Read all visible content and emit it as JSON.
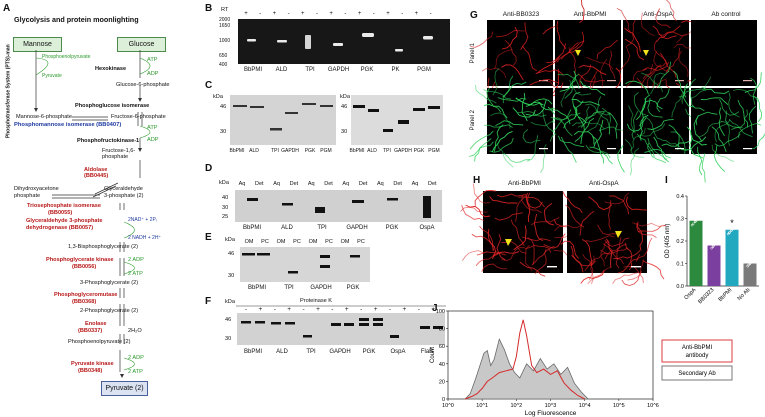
{
  "panel_letters": [
    "A",
    "B",
    "C",
    "D",
    "E",
    "F",
    "G",
    "H",
    "I",
    "J"
  ],
  "panelA": {
    "title": "Glycolysis and protein moonlighting",
    "pts_label": "Phosphotransferase System (PTS)-man",
    "mannose": "Mannose",
    "glucose": "Glucose",
    "pep": "Phosphoenolpyruvate",
    "pyruvate_small": "Pyruvate",
    "atp1": "ATP",
    "adp1": "ADP",
    "hexokinase": "Hexokinase",
    "g6p": "Glucose-6-phosphate",
    "pgi": "Phosphoglucose isomerase",
    "m6p": "Mannose-6-phosphate",
    "f6p": "Fructose-6-phosphate",
    "pmi": "Phosphomannose isomerase (BB0407)",
    "atp2": "ATP",
    "adp2": "ADP",
    "pfk": "Phosphofructokinase-1",
    "f16bp_1": "Fructose-1,6-",
    "f16bp_2": "phosphate",
    "aldolase": "Aldolase",
    "aldolase_id": "(BB0445)",
    "dhap_1": "Dihydroxyacetone",
    "dhap_2": "phosphate",
    "g3p_1": "Glyceraldehyde",
    "g3p_2": "3-phosphate (2)",
    "tpi": "Triosephosphate isomerase",
    "tpi_id": "(BB0055)",
    "gapdh_1": "Glyceraldehyde 3-phosphate",
    "gapdh_2": "dehydrogenase (BB0057)",
    "nad": "2NAD⁺ + 2Pᵢ",
    "nadh": "2 NADH + 2H⁺",
    "bpg": "1,3-Bisphosphoglycerate (2)",
    "pgk": "Phosphoglycerate kinase",
    "pgk_id": "(BB0056)",
    "adp3": "2 ADP",
    "atp3": "2 ATP",
    "pg3": "3-Phosphoglycerate (2)",
    "pgm": "Phosphoglyceromutase",
    "pgm_id": "(BB0368)",
    "pg2": "2-Phosphoglycerate (2)",
    "enolase": "Enolase",
    "enolase_id": "(BB0337)",
    "h2o": "2H₂O",
    "pep2": "Phosphoenolpyruvate (2)",
    "pk": "Pyruvate kinase",
    "pk_id": "(BB0348)",
    "adp4": "2 ADP",
    "atp4": "2 ATP",
    "pyruvate_out": "Pyruvate (2)"
  },
  "panelB": {
    "rt": "RT",
    "signs": [
      "+",
      "-",
      "+",
      "-",
      "+",
      "-",
      "+",
      "-",
      "+",
      "-",
      "+",
      "-",
      "+",
      "-"
    ],
    "ladder": [
      "2000",
      "1650",
      "1000",
      "650",
      "400"
    ],
    "lanes": [
      "BbPMI",
      "ALD",
      "TPI",
      "GAPDH",
      "PGK",
      "PK",
      "PGM"
    ]
  },
  "panelC": {
    "kda": "kDa",
    "marks_left": [
      "46",
      "30"
    ],
    "marks_right": [
      "46",
      "30"
    ],
    "lanes": [
      "BbPMI",
      "ALD",
      "TPI",
      "GAPDH",
      "PGK",
      "PGM"
    ]
  },
  "panelD": {
    "kda": "kDa",
    "marks": [
      "40",
      "30",
      "25"
    ],
    "sub": [
      "Aq",
      "Det",
      "Aq",
      "Det",
      "Aq",
      "Det",
      "Aq",
      "Det",
      "Aq",
      "Det",
      "Aq",
      "Det"
    ],
    "lanes": [
      "BbPMI",
      "ALD",
      "TPI",
      "GAPDH",
      "PGK",
      "OspA"
    ]
  },
  "panelE": {
    "kda": "kDa",
    "marks": [
      "46",
      "30"
    ],
    "sub": [
      "OM",
      "PC",
      "OM",
      "PC",
      "OM",
      "PC",
      "OM",
      "PC"
    ],
    "lanes": [
      "BbPMI",
      "TPI",
      "GAPDH",
      "PGK"
    ]
  },
  "panelF": {
    "kda": "kDa",
    "title": "Proteinase K",
    "marks": [
      "46",
      "30"
    ],
    "signs": [
      "-",
      "+",
      "-",
      "+",
      "-",
      "+",
      "-",
      "+",
      "-",
      "+",
      "-",
      "+",
      "-",
      "+"
    ],
    "lanes": [
      "BbPMI",
      "ALD",
      "TPI",
      "GAPDH",
      "PGK",
      "OspA",
      "FlaB"
    ]
  },
  "panelG": {
    "cols": [
      "Anti-BB0323",
      "Anti-BbPMI",
      "Anti-OspA",
      "Ab control"
    ],
    "rows": [
      "Panel 1",
      "Panel 2"
    ]
  },
  "panelH": {
    "titles": [
      "Anti-BbPMI",
      "Anti-OspA"
    ]
  },
  "panelI": {
    "chart_data": {
      "type": "bar",
      "categories": [
        "OspA",
        "BB0323",
        "BbPMI",
        "No Ab"
      ],
      "values": [
        0.29,
        0.18,
        0.25,
        0.1
      ],
      "ylabel": "OD (405 nm)",
      "ylim": [
        0,
        0.4
      ],
      "yticks": [
        "0.0",
        "0.1",
        "0.2",
        "0.3",
        "0.4"
      ],
      "colors": [
        "#2c8a3e",
        "#7b3fa0",
        "#22a9bf",
        "#7a7a7a"
      ],
      "annotation": "*"
    }
  },
  "panelJ": {
    "chart_data": {
      "type": "line",
      "xlabel": "Log Fluorescence",
      "ylabel": "Count",
      "ylim": [
        0,
        100
      ],
      "yticks": [
        "0",
        "20",
        "40",
        "60",
        "80",
        "100"
      ],
      "xticks": [
        "10^0",
        "10^1",
        "10^2",
        "10^3",
        "10^4",
        "10^5",
        "10^6"
      ],
      "series": [
        {
          "name": "Anti-BbPMI antibody",
          "color": "#d62a2a",
          "x": [
            0.5,
            0.7,
            0.85,
            1.0,
            1.15,
            1.3,
            1.5,
            1.7,
            1.9,
            2.0,
            2.1,
            2.2,
            2.3,
            2.45,
            2.6,
            2.8,
            3.0,
            3.2,
            3.4,
            3.6,
            3.8,
            4.0
          ],
          "y": [
            0,
            3,
            6,
            12,
            20,
            24,
            30,
            32,
            34,
            48,
            75,
            90,
            72,
            38,
            30,
            34,
            28,
            32,
            18,
            10,
            4,
            0
          ]
        },
        {
          "name": "Secondary Ab",
          "color": "#6a6a6a",
          "x": [
            0.5,
            0.65,
            0.8,
            0.95,
            1.05,
            1.15,
            1.25,
            1.35,
            1.5,
            1.65,
            1.8,
            1.95,
            2.1,
            2.3,
            2.5,
            2.7,
            2.9,
            3.1,
            3.3,
            3.5,
            3.7,
            3.9,
            4.1
          ],
          "y": [
            0,
            6,
            22,
            40,
            52,
            55,
            38,
            45,
            68,
            56,
            40,
            30,
            24,
            40,
            32,
            46,
            34,
            40,
            28,
            36,
            18,
            8,
            0
          ]
        }
      ]
    }
  }
}
